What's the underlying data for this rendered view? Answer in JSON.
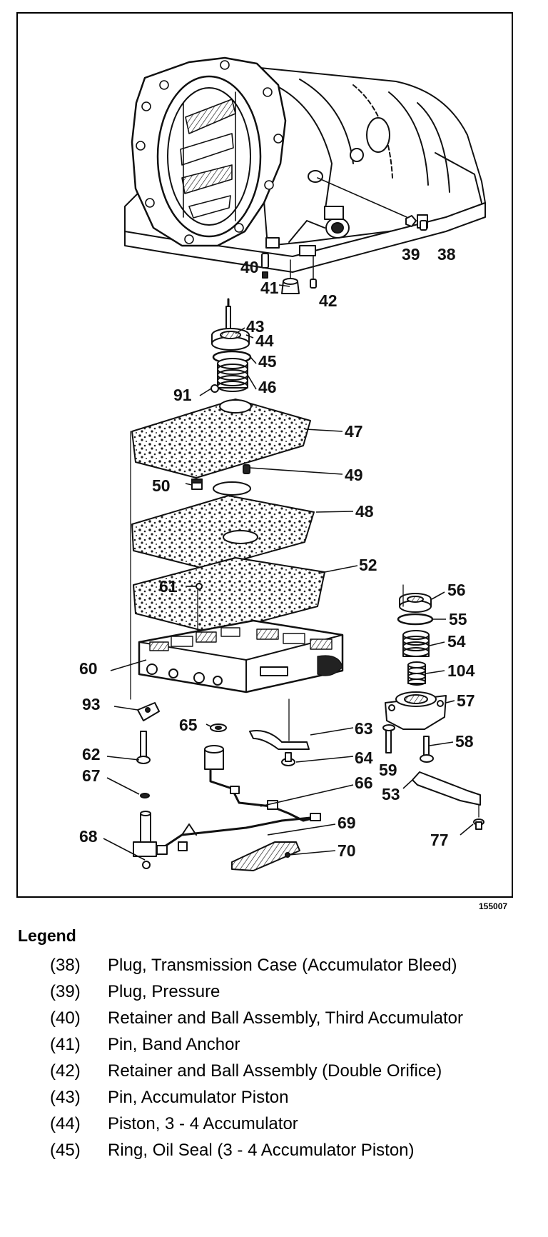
{
  "figure": {
    "id": "155007",
    "callouts": [
      "38",
      "39",
      "40",
      "41",
      "42",
      "43",
      "44",
      "45",
      "46",
      "47",
      "48",
      "49",
      "50",
      "52",
      "53",
      "54",
      "55",
      "56",
      "57",
      "58",
      "59",
      "60",
      "61",
      "62",
      "63",
      "64",
      "65",
      "66",
      "67",
      "68",
      "69",
      "70",
      "77",
      "91",
      "93",
      "104"
    ]
  },
  "legend": {
    "title": "Legend",
    "items": [
      {
        "num": "(38)",
        "text": "Plug, Transmission Case (Accumulator Bleed)"
      },
      {
        "num": "(39)",
        "text": "Plug, Pressure"
      },
      {
        "num": "(40)",
        "text": "Retainer and Ball Assembly, Third Accumulator"
      },
      {
        "num": "(41)",
        "text": "Pin, Band Anchor"
      },
      {
        "num": "(42)",
        "text": "Retainer and Ball Assembly (Double Orifice)"
      },
      {
        "num": "(43)",
        "text": "Pin, Accumulator Piston"
      },
      {
        "num": "(44)",
        "text": "Piston, 3 - 4 Accumulator"
      },
      {
        "num": "(45)",
        "text": "Ring, Oil Seal (3 - 4 Accumulator Piston)"
      }
    ]
  }
}
